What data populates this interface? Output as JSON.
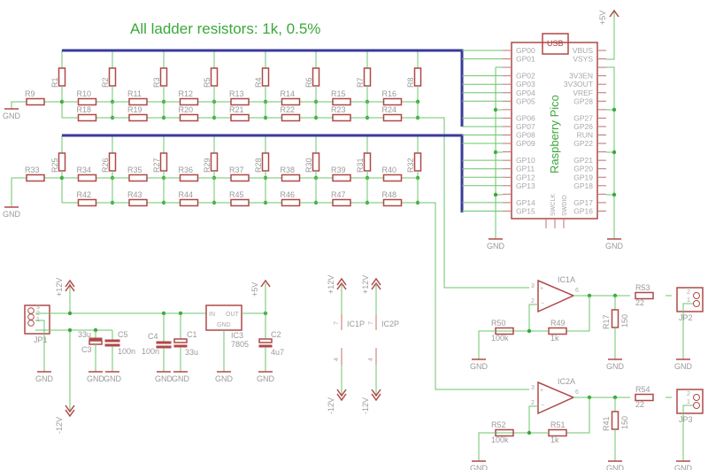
{
  "title": "All ladder resistors: 1k, 0.5%",
  "ladders": [
    {
      "input_resistor": "R9",
      "vertical": [
        "R1",
        "R2",
        "R3",
        "R5",
        "R4",
        "R6",
        "R7",
        "R8"
      ],
      "top_series": [
        "R10",
        "R11",
        "R12",
        "R13",
        "R14",
        "R15",
        "R16"
      ],
      "bottom_series": [
        "R18",
        "R19",
        "R20",
        "R21",
        "R22",
        "R23",
        "R24"
      ],
      "gnd_label": "GND"
    },
    {
      "input_resistor": "R33",
      "vertical": [
        "R25",
        "R26",
        "R27",
        "R29",
        "R28",
        "R30",
        "R31",
        "R32"
      ],
      "top_series": [
        "R34",
        "R35",
        "R36",
        "R37",
        "R38",
        "R39",
        "R40"
      ],
      "bottom_series": [
        "R42",
        "R43",
        "R44",
        "R45",
        "R46",
        "R47",
        "R48"
      ],
      "gnd_label": "GND"
    }
  ],
  "pico": {
    "name": "Raspberry Pico",
    "usb_label": "USB",
    "left_pins": [
      "GP00",
      "GP01",
      "",
      "GP02",
      "GP03",
      "GP04",
      "GP05",
      "",
      "GP06",
      "GP07",
      "GP08",
      "GP09",
      "",
      "GP10",
      "GP11",
      "GP12",
      "GP13",
      "",
      "GP14",
      "GP15"
    ],
    "right_pins": [
      "VBUS",
      "VSYS",
      "",
      "3V3EN",
      "3V3OUT",
      "VREF",
      "GP28",
      "",
      "GP27",
      "GP26",
      "RUN",
      "GP22",
      "",
      "GP21",
      "GP20",
      "GP19",
      "GP18",
      "",
      "GP17",
      "GP16"
    ],
    "debug_pins": [
      "SWCLK",
      "SWDIO"
    ],
    "supply": "+5V",
    "gnd_left": "GND",
    "gnd_right": "GND"
  },
  "power": {
    "jp1": {
      "name": "JP1",
      "pins": [
        "3",
        "2",
        "1"
      ],
      "gnd": "GND"
    },
    "rail_pos": "+12V",
    "rail_neg": "-12V",
    "c3": {
      "name": "C3",
      "value": "33u"
    },
    "c5": {
      "name": "C5",
      "value": "100n"
    },
    "c4": {
      "name": "C4",
      "value": "100n"
    },
    "c1": {
      "name": "C1",
      "value": "33u"
    },
    "c2": {
      "name": "C2",
      "value": "4u7"
    },
    "reg": {
      "name": "IC3",
      "value": "7805",
      "in": "IN",
      "out": "OUT",
      "gnd": "GND"
    },
    "out_rail": "+5V",
    "gnd": "GND"
  },
  "opamp_power": [
    {
      "name": "IC1P",
      "pin_top": "7",
      "pin_bottom": "4",
      "pos": "+12V",
      "neg": "-12V"
    },
    {
      "name": "IC2P",
      "pin_top": "7",
      "pin_bottom": "4",
      "pos": "+12V",
      "neg": "-12V"
    }
  ],
  "amps": [
    {
      "ic": "IC1A",
      "pin_plus": "3",
      "pin_minus": "2",
      "pin_out": "6",
      "rg": {
        "name": "R50",
        "value": "100k"
      },
      "rf": {
        "name": "R49",
        "value": "1k"
      },
      "rload": {
        "name": "R17",
        "value": "150"
      },
      "rout": {
        "name": "R53",
        "value": "22"
      },
      "jp": {
        "name": "JP2",
        "pins": [
          "2",
          "1"
        ]
      },
      "gnd": "GND"
    },
    {
      "ic": "IC2A",
      "pin_plus": "3",
      "pin_minus": "2",
      "pin_out": "6",
      "rg": {
        "name": "R52",
        "value": "100k"
      },
      "rf": {
        "name": "R51",
        "value": "1k"
      },
      "rload": {
        "name": "R41",
        "value": "150"
      },
      "rout": {
        "name": "R54",
        "value": "22"
      },
      "jp": {
        "name": "JP3",
        "pins": [
          "2",
          "1"
        ]
      },
      "gnd": "GND"
    }
  ]
}
